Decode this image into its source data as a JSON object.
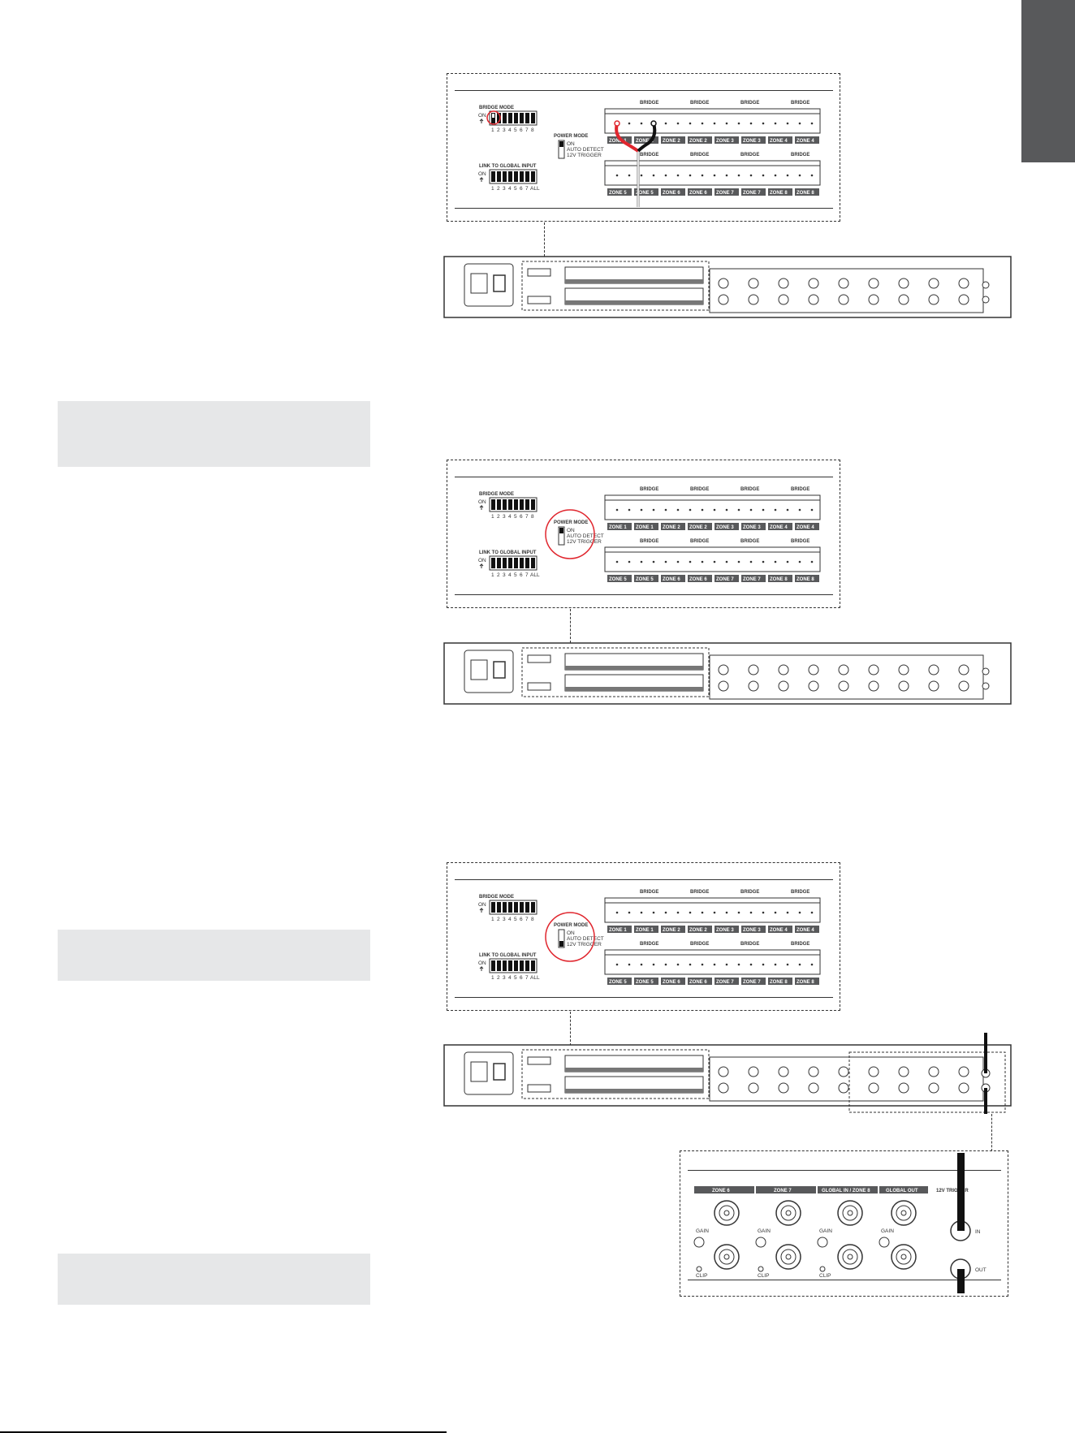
{
  "labels": {
    "on": "ON",
    "bridge_mode": "BRIDGE MODE",
    "bridge": "BRIDGE",
    "power_mode": "POWER MODE",
    "power_on": "ON",
    "auto_detect": "AUTO DETECT",
    "trigger": "12V TRIGGER",
    "link_global": "LINK TO GLOBAL INPUT",
    "switch_nums": [
      "1",
      "2",
      "3",
      "4",
      "5",
      "6",
      "7",
      "8"
    ],
    "link_nums": [
      "1",
      "2",
      "3",
      "4",
      "5",
      "6",
      "7",
      "ALL"
    ],
    "zones": [
      "ZONE 1",
      "ZONE 2",
      "ZONE 3",
      "ZONE 4",
      "ZONE 5",
      "ZONE 6",
      "ZONE 7",
      "ZONE 8"
    ],
    "zoom_headers": [
      "ZONE 6",
      "ZONE 7",
      "GLOBAL IN / ZONE 8",
      "GLOBAL OUT"
    ],
    "gain": "GAIN",
    "clip": "CLIP",
    "trigger_header": "12V TRIGGER",
    "trigger_in": "IN",
    "trigger_out": "OUT"
  },
  "colors": {
    "tab": "#58595b",
    "gray_box": "#e6e7e8",
    "highlight": "#e0262e",
    "wire_red": "#e0262e",
    "wire_black": "#111111"
  }
}
